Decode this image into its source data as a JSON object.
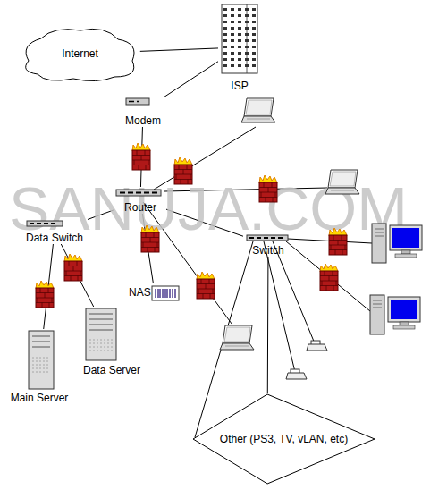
{
  "diagram": {
    "nodes": [
      {
        "text": [
          "Internet"
        ]
      },
      {
        "text": [
          "ISP"
        ]
      },
      {
        "text": [
          "Modem"
        ]
      },
      {
        "text": [
          "Router"
        ]
      },
      {
        "text": [
          "Data Switch"
        ]
      },
      {
        "text": [
          "Switch"
        ]
      },
      {
        "text": [
          "NAS"
        ]
      },
      {
        "text": [
          "Data Server"
        ]
      },
      {
        "text": [
          "Main Server"
        ]
      },
      {
        "text": [
          "Other (PS3, TV, vLAN, etc)"
        ]
      }
    ],
    "edges": [
      {
        "from": 0,
        "to": 1,
        "arrow": "none"
      },
      {
        "from": 1,
        "to": 2,
        "arrow": "none"
      },
      {
        "from": 2,
        "to": 3,
        "arrow": "none"
      },
      {
        "from": 3,
        "to": 4,
        "arrow": "none"
      },
      {
        "from": 3,
        "to": 5,
        "arrow": "none"
      },
      {
        "from": 3,
        "to": 6,
        "arrow": "none"
      },
      {
        "from": 4,
        "to": 7,
        "arrow": "none"
      },
      {
        "from": 4,
        "to": 8,
        "arrow": "none"
      },
      {
        "from": 5,
        "to": 9,
        "arrow": "none"
      }
    ],
    "labels": [
      "SANUJA.COM"
    ]
  }
}
